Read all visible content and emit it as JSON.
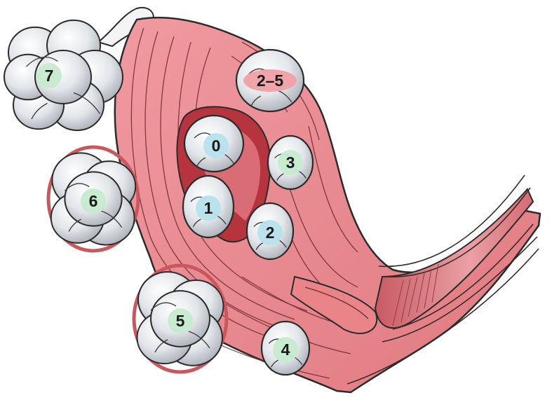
{
  "labels": [
    {
      "id": "0",
      "text": "0",
      "disc": "blue"
    },
    {
      "id": "1",
      "text": "1",
      "disc": "blue"
    },
    {
      "id": "2",
      "text": "2",
      "disc": "blue"
    },
    {
      "id": "3",
      "text": "3",
      "disc": "green"
    },
    {
      "id": "2-5",
      "text": "2–5",
      "disc": "pink"
    },
    {
      "id": "4",
      "text": "4",
      "disc": "green"
    },
    {
      "id": "5",
      "text": "5",
      "disc": "green"
    },
    {
      "id": "6",
      "text": "6",
      "disc": "green"
    },
    {
      "id": "7",
      "text": "7",
      "disc": "green"
    }
  ],
  "colors": {
    "tissue": "#ec8d8f",
    "tissue_dark": "#c9585e",
    "cavity": "#b5343d",
    "outline": "#2b2b2b",
    "fibroid": "#dfe3e8",
    "disc_blue": "#b7e1ec",
    "disc_green": "#c6ebcf",
    "disc_pink": "#f19fa7"
  }
}
